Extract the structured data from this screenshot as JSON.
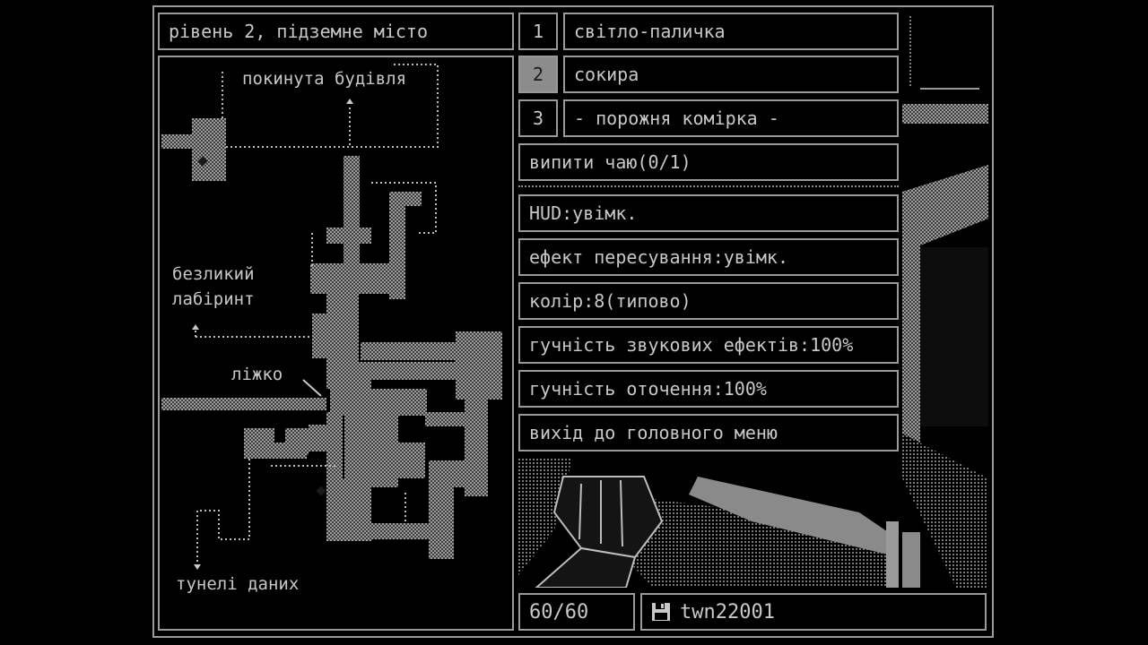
{
  "level_title": "рівень 2, підземне місто",
  "inventory": [
    {
      "slot": "1",
      "item": "світло-паличка",
      "active": false
    },
    {
      "slot": "2",
      "item": "сокира",
      "active": true
    },
    {
      "slot": "3",
      "item": "- порожня комірка -",
      "active": false
    }
  ],
  "action": {
    "drink_tea": "випити чаю(0/1)"
  },
  "settings": {
    "hud": "HUD:увімк.",
    "motion_effect": "ефект пересування:увімк.",
    "color": "колір:8(типово)",
    "sfx_volume": "гучність звукових ефектів:100%",
    "ambient_volume": "гучність оточення:100%",
    "exit": "вихід до головного меню"
  },
  "map_labels": {
    "abandoned_building": "покинута будівля",
    "faceless_labyrinth": "безликий\nлабіринт",
    "bed": "ліжко",
    "data_tunnels": "тунелі даних"
  },
  "status": {
    "health": "60/60",
    "save_name": "twn22001"
  },
  "colors": {
    "background": "#000000",
    "border": "#9a9a9a",
    "text": "#c8c8c8",
    "active_slot": "#8c8c8c"
  }
}
